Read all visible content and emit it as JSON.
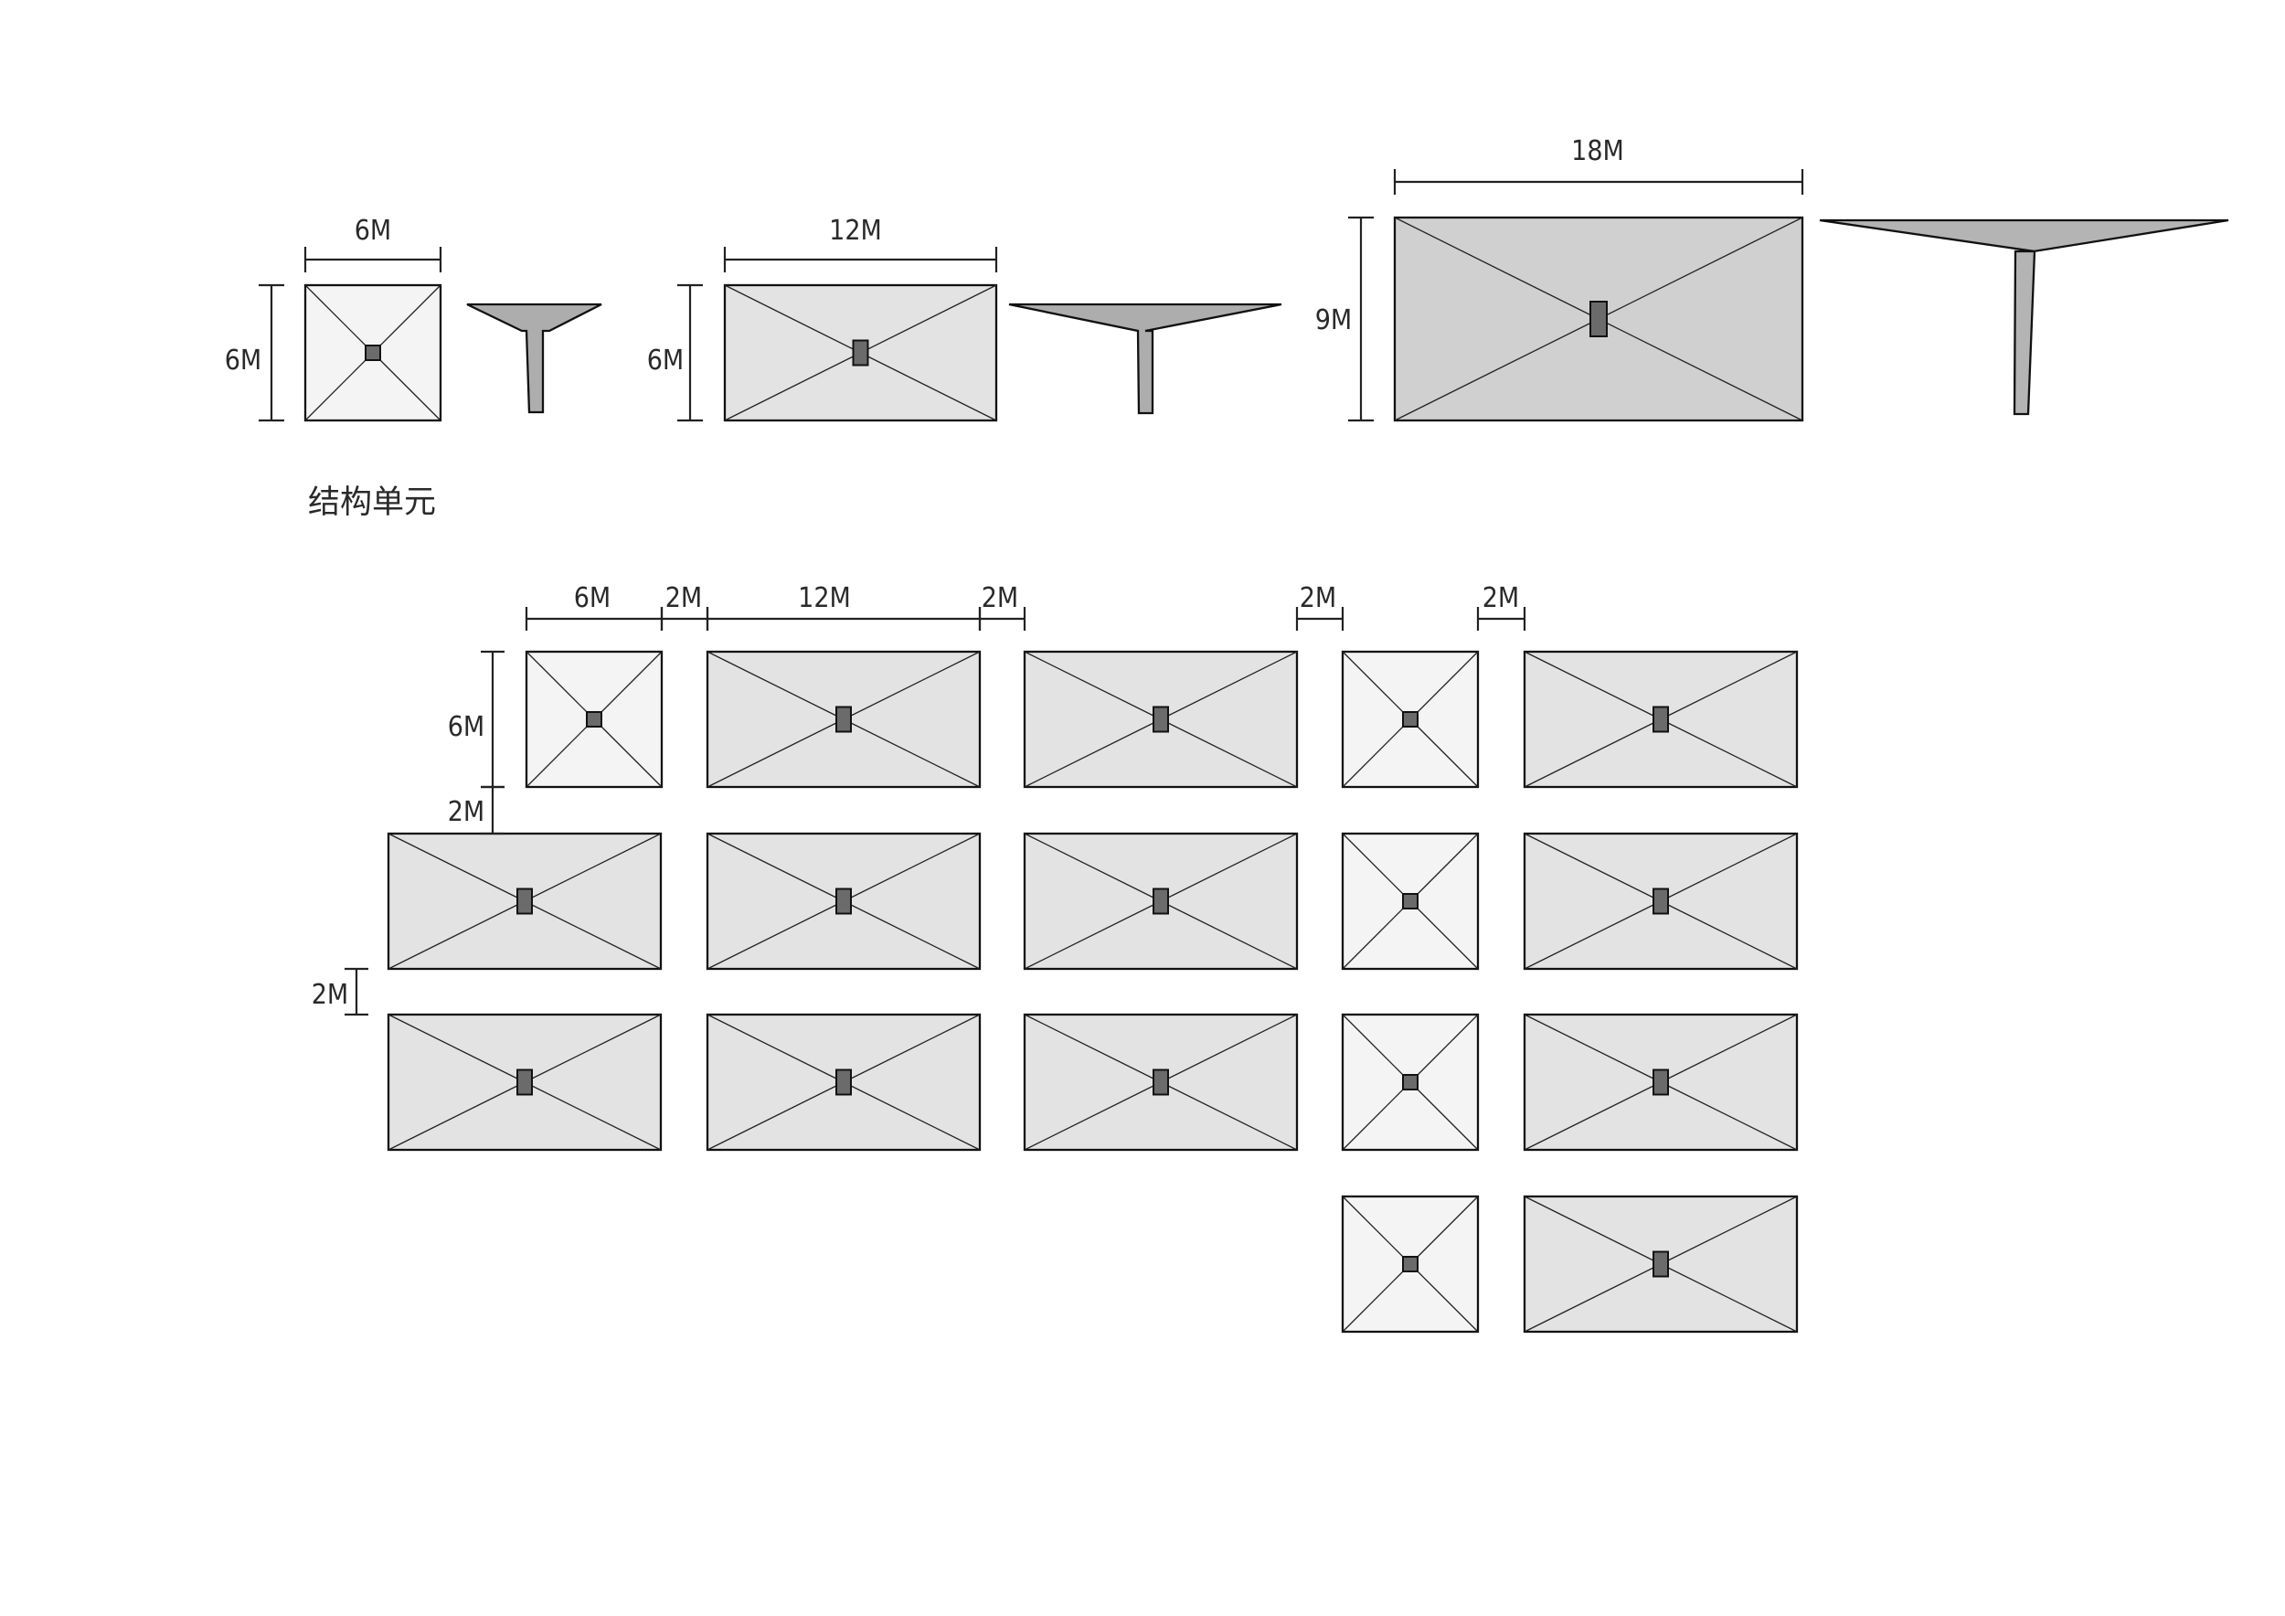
{
  "caption": "结构单元",
  "colors": {
    "small_fill": "#f4f4f4",
    "medium_fill": "#e3e3e3",
    "large_fill": "#d0d0d0",
    "column": "#6b6b6b",
    "profile_small": "#adadad",
    "profile_large": "#b4b4b4",
    "line": "#111111"
  },
  "units": {
    "small": {
      "width_label": "6M",
      "height_label": "6M"
    },
    "medium": {
      "width_label": "12M",
      "height_label": "6M"
    },
    "large": {
      "width_label": "18M",
      "height_label": "9M"
    }
  },
  "layout_dims": {
    "width_labels": [
      "6M",
      "2M",
      "12M",
      "2M",
      "2M",
      "2M"
    ],
    "height_label": "6M",
    "row_gap_labels": [
      "2M",
      "2M"
    ]
  }
}
